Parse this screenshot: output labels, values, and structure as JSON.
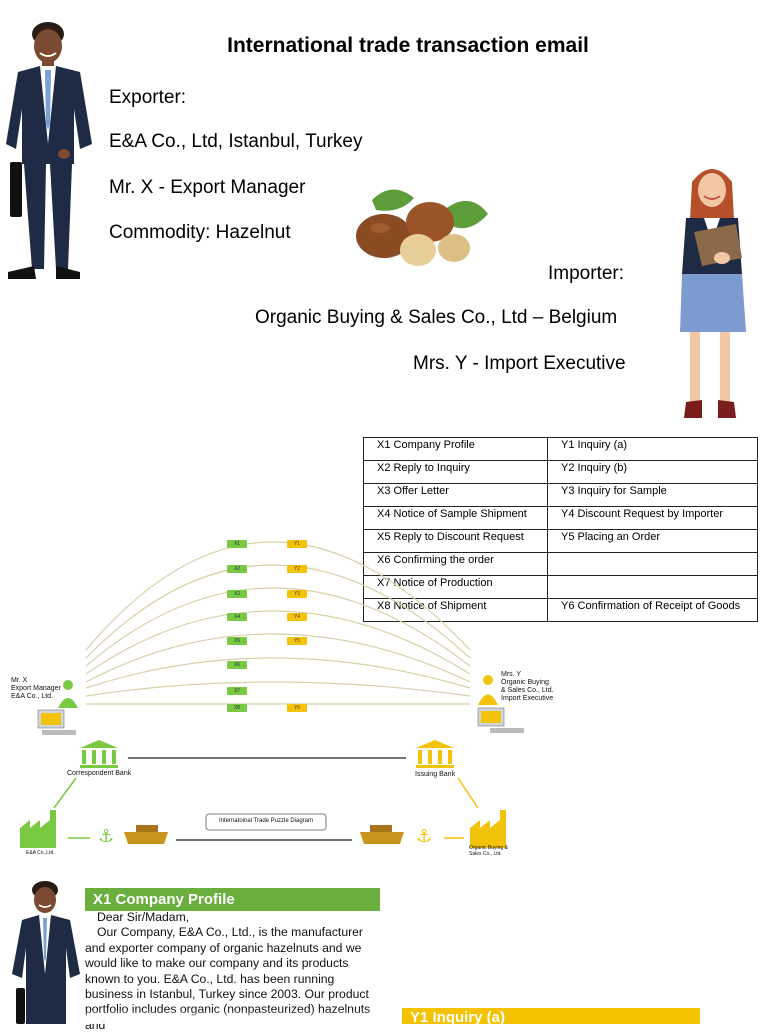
{
  "title": "International trade transaction email",
  "exporter": {
    "heading": "Exporter:",
    "company": "E&A Co., Ltd, Istanbul, Turkey",
    "contact": "Mr. X - Export Manager",
    "commodity": "Commodity: Hazelnut"
  },
  "importer": {
    "heading": "Importer:",
    "company": "Organic Buying & Sales Co., Ltd – Belgium",
    "contact": "Mrs. Y - Import Executive"
  },
  "legend": [
    {
      "x": "X1 Company Profile",
      "y": "Y1 Inquiry (a)"
    },
    {
      "x": "X2 Reply to Inquiry",
      "y": "Y2 Inquiry (b)"
    },
    {
      "x": "X3 Offer Letter",
      "y": "Y3 Inquiry for Sample"
    },
    {
      "x": "X4 Notice of Sample Shipment",
      "y": "Y4 Discount Request by Importer"
    },
    {
      "x": "X5 Reply to Discount Request",
      "y": "Y5 Placing an Order"
    },
    {
      "x": "X6 Confirming the order",
      "y": ""
    },
    {
      "x": "X7 Notice of Production",
      "y": ""
    },
    {
      "x": "X8 Notice of Shipment",
      "y": "Y6 Confirmation of Receipt of Goods"
    }
  ],
  "diagram": {
    "x_tags": [
      "X1",
      "X2",
      "X3",
      "X4",
      "X5",
      "X6",
      "X7",
      "X8"
    ],
    "y_tags": [
      "Y1",
      "Y2",
      "Y3",
      "Y4",
      "Y5",
      "Y6"
    ],
    "left_person": [
      "Mr. X",
      "Export Manager",
      "E&A Co., Ltd."
    ],
    "right_person": [
      "Mrs. Y",
      "Organic Buying",
      "& Sales Co., Ltd.",
      "Import Executive"
    ],
    "correspondent_bank": "Correspondent Bank",
    "issuing_bank": "Issuing Bank",
    "exporter_factory": "E&A Co.,Ltd.",
    "importer_factory": [
      "Organic Buying &",
      "Sales Co., Ltd."
    ],
    "caption": "Internatoinal Trade Puzzle Diagram"
  },
  "x1_section": {
    "header": "X1 Company Profile",
    "greeting": "Dear Sir/Madam,",
    "body": "Our Company, E&A Co., Ltd., is the manufacturer and exporter company of organic hazelnuts and we would like to make our company and its products known to you. E&A Co., Ltd. has been running business in Istanbul, Turkey since 2003. Our product portfolio includes organic (nonpasteurized) hazelnuts and"
  },
  "y1_section": {
    "header": "Y1 Inquiry (a)"
  },
  "colors": {
    "green": "#6aaf3d",
    "yellow": "#f5c200",
    "suit": "#1f2a44"
  }
}
